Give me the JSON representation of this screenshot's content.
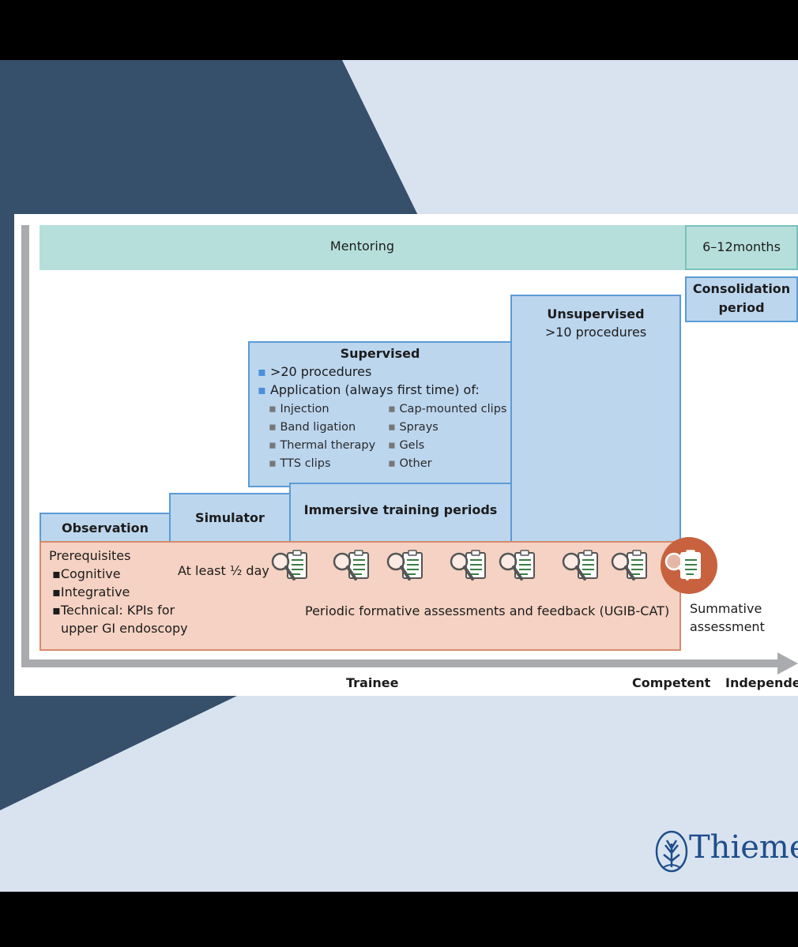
{
  "mentoring": {
    "label": "Mentoring",
    "months": "6–12months"
  },
  "consolidation": {
    "line1": "Consolidation",
    "line2": "period"
  },
  "unsupervised": {
    "title": "Unsupervised",
    "count": ">10 procedures"
  },
  "supervised": {
    "title": "Supervised",
    "bullets": [
      ">20 procedures",
      "Application (always first time) of:"
    ],
    "col1": [
      "Injection",
      "Band ligation",
      "Thermal therapy",
      "TTS clips"
    ],
    "col2": [
      "Cap-mounted clips",
      "Sprays",
      "Gels",
      "Other"
    ]
  },
  "stages": {
    "observation": "Observation",
    "simulator": "Simulator",
    "immersive": "Immersive training periods"
  },
  "prereq": {
    "title": "Prerequisites",
    "items": [
      "Cognitive",
      "Integrative",
      "Technical: KPIs for",
      "upper GI endoscopy"
    ]
  },
  "half_day": "At least ½ day",
  "assessment": {
    "periodic": "Periodic formative assessments and feedback (UGIB-CAT)",
    "summative_line1": "Summative",
    "summative_line2": "assessment"
  },
  "axis": {
    "trainee": "Trainee",
    "competent": "Competent",
    "independent": "Independent"
  },
  "brand": {
    "name": "Thieme"
  },
  "icons": [
    "magnifier-clipboard-icon"
  ],
  "colors": {
    "box_fill": "#bcd6ee",
    "box_border": "#5b9bd5",
    "mentoring": "#b6dfdb",
    "prereq_fill": "#f5d2c3",
    "summative": "#c8613d",
    "navy": "#364f6b"
  }
}
